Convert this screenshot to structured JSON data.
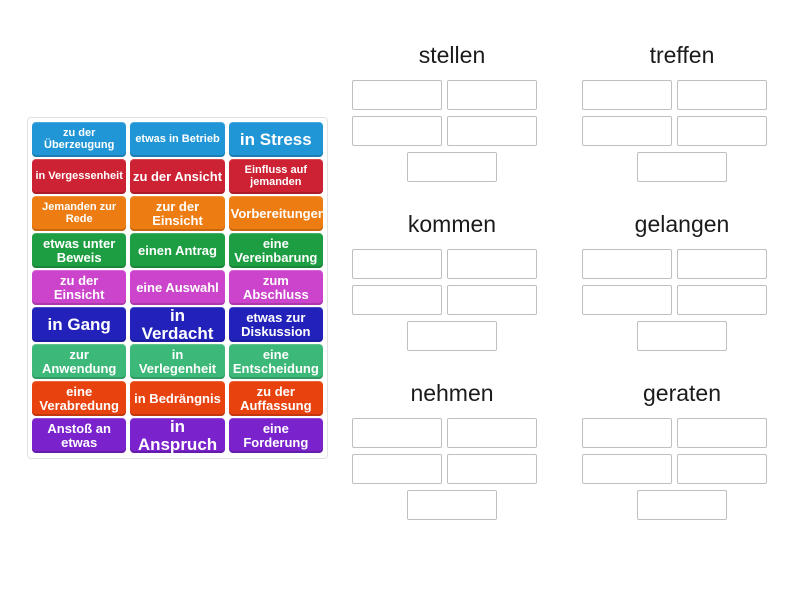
{
  "page": {
    "background_color": "#ffffff",
    "title_text_color": "#1b1b1b",
    "slot_border_color": "#bfbfbf",
    "bank_border_color": "#e2e2e2"
  },
  "tile_bank": {
    "name": "word-tile-bank",
    "columns": 3,
    "rows": 9,
    "palette": {
      "blue": "#2196d6",
      "red": "#cc2233",
      "orange": "#ed7d13",
      "green": "#1e9e42",
      "magenta": "#cc44cc",
      "navy": "#2222bb",
      "seagreen": "#3cb878",
      "orangered": "#e8430f",
      "purple": "#7a22cc"
    },
    "tiles": [
      {
        "label": "zu der Überzeugung",
        "color": "#2196d6",
        "size": "sm"
      },
      {
        "label": "etwas in Betrieb",
        "color": "#2196d6",
        "size": "sm"
      },
      {
        "label": "in Stress",
        "color": "#2196d6",
        "size": "lg"
      },
      {
        "label": "in Vergessenheit",
        "color": "#cc2233",
        "size": "sm"
      },
      {
        "label": "zu der Ansicht",
        "color": "#cc2233",
        "size": "md"
      },
      {
        "label": "Einfluss auf jemanden",
        "color": "#cc2233",
        "size": "sm"
      },
      {
        "label": "Jemanden zur Rede",
        "color": "#ed7d13",
        "size": "sm"
      },
      {
        "label": "zur der Einsicht",
        "color": "#ed7d13",
        "size": "md"
      },
      {
        "label": "Vorbereitungen",
        "color": "#ed7d13",
        "size": "md"
      },
      {
        "label": "etwas unter Beweis",
        "color": "#1e9e42",
        "size": "md"
      },
      {
        "label": "einen Antrag",
        "color": "#1e9e42",
        "size": "md"
      },
      {
        "label": "eine Vereinbarung",
        "color": "#1e9e42",
        "size": "md"
      },
      {
        "label": "zu der Einsicht",
        "color": "#cc44cc",
        "size": "md"
      },
      {
        "label": "eine Auswahl",
        "color": "#cc44cc",
        "size": "md"
      },
      {
        "label": "zum Abschluss",
        "color": "#cc44cc",
        "size": "md"
      },
      {
        "label": "in Gang",
        "color": "#2222bb",
        "size": "lg"
      },
      {
        "label": "in Verdacht",
        "color": "#2222bb",
        "size": "lg"
      },
      {
        "label": "etwas zur Diskussion",
        "color": "#2222bb",
        "size": "md"
      },
      {
        "label": "zur Anwendung",
        "color": "#3cb878",
        "size": "md"
      },
      {
        "label": "in Verlegenheit",
        "color": "#3cb878",
        "size": "md"
      },
      {
        "label": "eine Entscheidung",
        "color": "#3cb878",
        "size": "md"
      },
      {
        "label": "eine Verabredung",
        "color": "#e8430f",
        "size": "md"
      },
      {
        "label": "in Bedrängnis",
        "color": "#e8430f",
        "size": "md"
      },
      {
        "label": "zu der Auffassung",
        "color": "#e8430f",
        "size": "md"
      },
      {
        "label": "Anstoß an etwas",
        "color": "#7a22cc",
        "size": "md"
      },
      {
        "label": "in Anspruch",
        "color": "#7a22cc",
        "size": "lg"
      },
      {
        "label": "eine Forderung",
        "color": "#7a22cc",
        "size": "md"
      }
    ]
  },
  "groups": [
    {
      "id": "stellen",
      "title": "stellen",
      "slot_count": 5
    },
    {
      "id": "treffen",
      "title": "treffen",
      "slot_count": 5
    },
    {
      "id": "kommen",
      "title": "kommen",
      "slot_count": 5
    },
    {
      "id": "gelangen",
      "title": "gelangen",
      "slot_count": 5
    },
    {
      "id": "nehmen",
      "title": "nehmen",
      "slot_count": 5
    },
    {
      "id": "geraten",
      "title": "geraten",
      "slot_count": 5
    }
  ]
}
